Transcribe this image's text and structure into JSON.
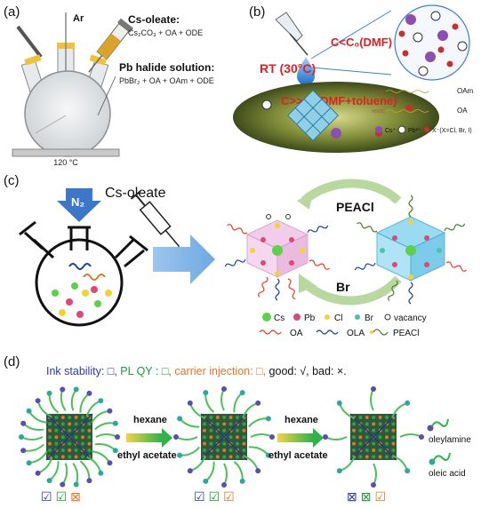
{
  "panels": {
    "a": {
      "label": "(a)",
      "gas": "Ar",
      "cs_title": "Cs-oleate:",
      "cs_formula": "Cs₂CO₃ + OA + ODE",
      "pb_title": "Pb halide solution:",
      "pb_formula": "PbBr₂ + OA + OAm + ODE",
      "temperature": "120 °C"
    },
    "b": {
      "label": "(b)",
      "rt": "RT (30°C)",
      "c_dmf": "C<C₀(DMF)",
      "c_mix": "C>>C₀(DMF+toluene)",
      "oam": "OAm",
      "oa": "OA",
      "legend_cs": "Cs⁺",
      "legend_pb": "Pb²⁺",
      "legend_x": "X⁻(X=Cl, Br, I)"
    },
    "c": {
      "label": "(c)",
      "cs_oleate": "Cs-oleate",
      "gas": "N₂",
      "top_arrow": "PEACl",
      "bottom_arrow": "Br",
      "legend": [
        "Cs",
        "Pb",
        "Cl",
        "Br",
        "vacancy"
      ],
      "legend2": [
        "OA",
        "OLA",
        "PEACl"
      ]
    },
    "d": {
      "label": "(d)",
      "title_parts": [
        {
          "text": "Ink stability: □, ",
          "color": "#2b3aa8"
        },
        {
          "text": "PL QY : □, ",
          "color": "#1e9a3a"
        },
        {
          "text": "carrier injection: □, ",
          "color": "#e0762a"
        },
        {
          "text": "good: √, bad: ×.",
          "color": "#111111"
        }
      ],
      "step1_a": "hexane",
      "step1_b": "ethyl acetate",
      "step2_a": "hexane",
      "step2_b": "ethyl acetate",
      "leg_oleylamine": "oleylamine",
      "leg_oleic": "oleic acid",
      "checks": [
        [
          "☑",
          "☑",
          "⊠"
        ],
        [
          "☑",
          "☑",
          "☑"
        ],
        [
          "⊠",
          "⊠",
          "☑"
        ]
      ]
    }
  }
}
